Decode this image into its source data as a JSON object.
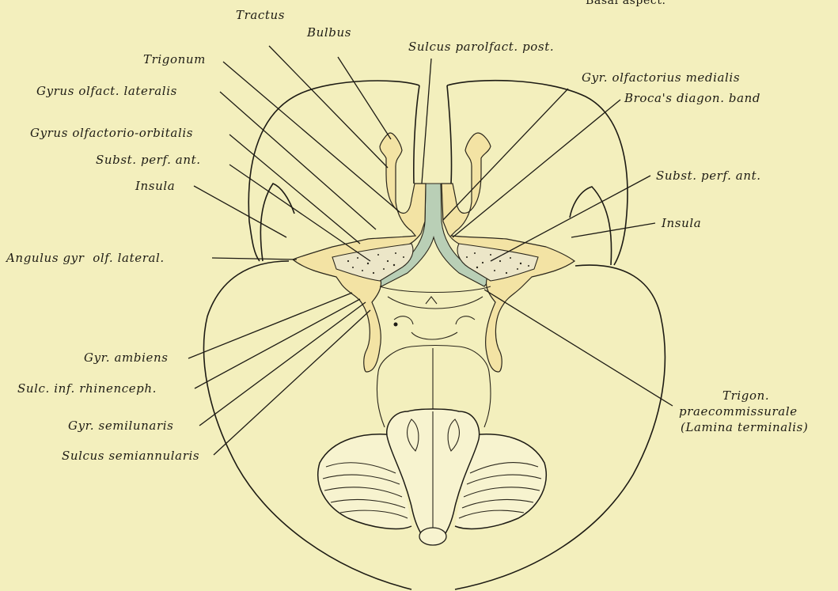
{
  "header_fragment": "Basal aspect.",
  "labels": {
    "tractus": "Tractus",
    "bulbus": "Bulbus",
    "sulcus_parolfact_post": "Sulcus parolfact. post.",
    "trigonum": "Trigonum",
    "gyr_olfactorius_medialis": "Gyr. olfactorius medialis",
    "gyrus_olfact_lateralis": "Gyrus olfact. lateralis",
    "brocas_diagon_band": "Broca's diagon. band",
    "gyrus_olfactorio_orbitalis": "Gyrus olfactorio-orbitalis",
    "subst_perf_ant_left": "Subst. perf. ant.",
    "subst_perf_ant_right": "Subst. perf. ant.",
    "insula_left": "Insula",
    "insula_right": "Insula",
    "angulus_gyr_olf_lateral": "Angulus gyr  olf. lateral.",
    "gyr_ambiens": "Gyr. ambiens",
    "sulc_inf_rhinenceph": "Sulc. inf. rhinenceph.",
    "gyr_semilunaris": "Gyr. semilunaris",
    "sulcus_semiannularis": "Sulcus semiannularis",
    "trigon_line1": "Trigon.",
    "trigon_line2": "praecommissurale",
    "trigon_line3": "(Lamina terminalis)"
  },
  "colors": {
    "paper": "#f3efbd",
    "olfactory_yellow": "#f3e3a4",
    "band_green": "#b9cfb6",
    "ink": "#1d1b14"
  }
}
